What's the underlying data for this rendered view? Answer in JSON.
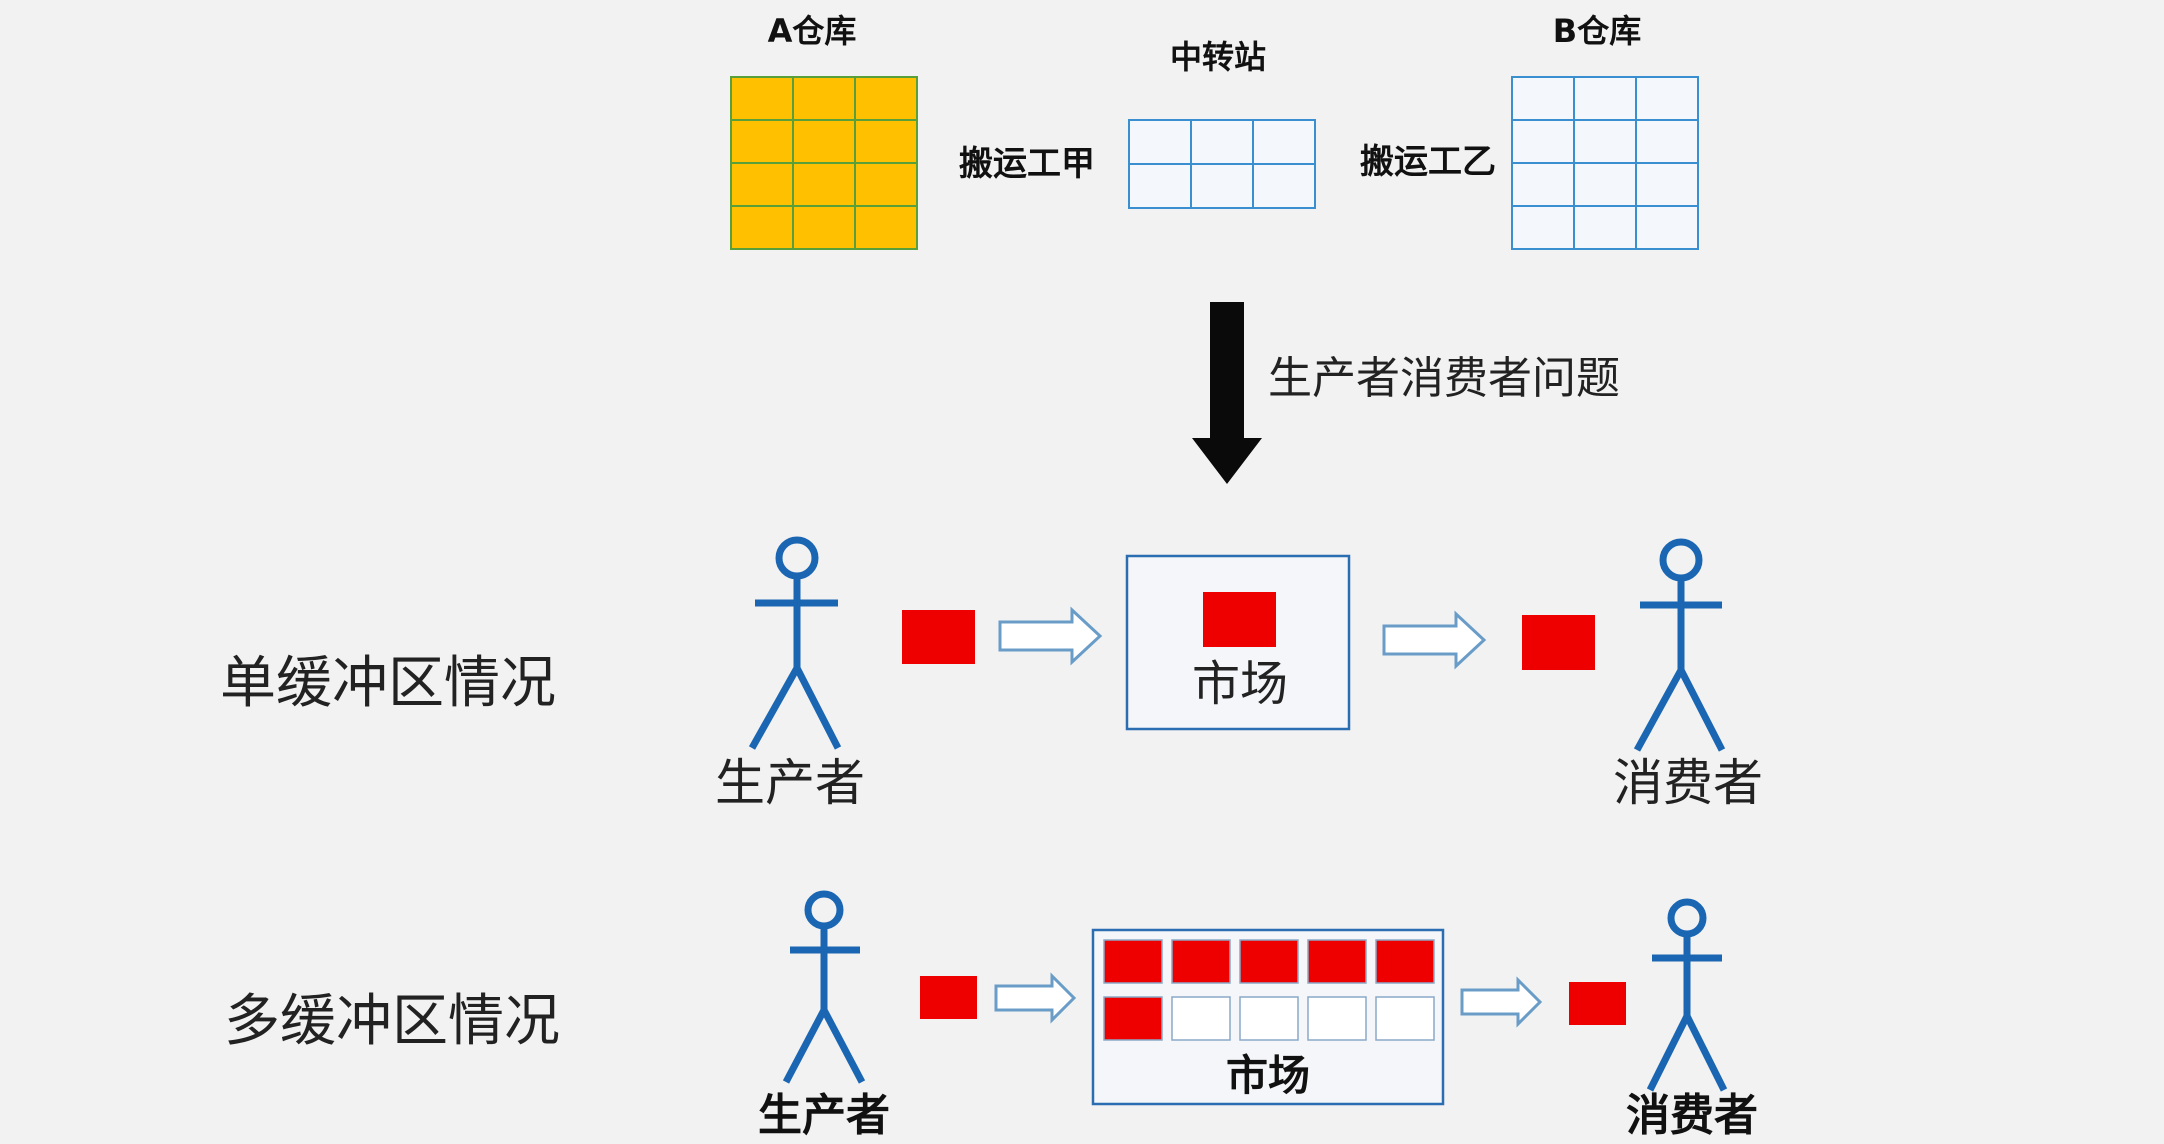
{
  "warehouse_a": {
    "label": "A仓库",
    "fill": "#ffc000",
    "border": "#5aa03a"
  },
  "transfer_station": {
    "label": "中转站"
  },
  "warehouse_b": {
    "label": "B仓库"
  },
  "porter_a": {
    "label": "搬运工甲"
  },
  "porter_b": {
    "label": "搬运工乙"
  },
  "problem_arrow": {
    "label": "生产者消费者问题"
  },
  "single_buffer": {
    "title": "单缓冲区情况",
    "producer": "生产者",
    "market": "市场",
    "consumer": "消费者"
  },
  "multi_buffer": {
    "title": "多缓冲区情况",
    "producer": "生产者",
    "market": "市场",
    "consumer": "消费者",
    "slots_filled": 6,
    "slots_total": 10
  },
  "colors": {
    "person": "#1a66b3",
    "item": "#ee0000",
    "grid_line": "#3a8fd0",
    "box_border": "#2a6db0"
  }
}
